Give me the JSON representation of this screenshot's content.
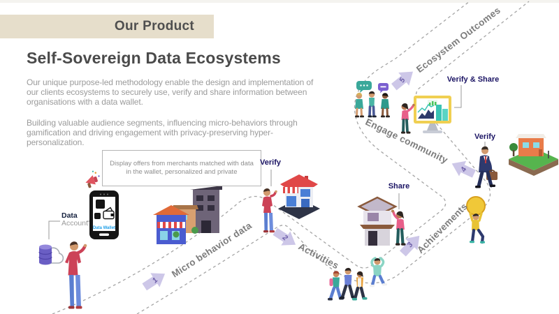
{
  "banner": {
    "label": "Our Product"
  },
  "title": "Self-Sovereign Data Ecosystems",
  "paragraphs": {
    "p1": "Our unique purpose-led methodology enable the design and implementation of our clients ecosystems to securely use, verify and share information between organisations with a data wallet.",
    "p2": "Building valuable audience segments, influencing micro-behaviors through gamification and driving engagement with privacy-preserving hyper-personalization."
  },
  "callout": {
    "text": "Display offers from merchants matched with data in the wallet, personalized and private"
  },
  "wallet": {
    "app_label": "Data Wallet",
    "account_label_top": "Data",
    "account_label_bottom": "Account"
  },
  "journey": {
    "steps": [
      {
        "num": "1",
        "label": "Micro behavior data"
      },
      {
        "num": "2",
        "label": "Activities"
      },
      {
        "num": "3",
        "label": "Achievements"
      },
      {
        "num": "4",
        "label": "Engage community"
      },
      {
        "num": "5",
        "label": "Ecosystem Outcomes"
      }
    ],
    "annotations": [
      {
        "label": "Verify"
      },
      {
        "label": "Share"
      },
      {
        "label": "Verify & Share"
      },
      {
        "label": "Verify"
      }
    ]
  },
  "colors": {
    "banner_bg": "#e6decb",
    "accent_navy": "#1b1464",
    "arrow_fill": "#cdc7e8",
    "arrow_number": "#6b5ca8",
    "road_dash": "#a5a5a5",
    "title_text": "#4a4a4a",
    "body_text": "#9b9b9b",
    "road_label_text": "#7d7d7d",
    "wallet_blue": "#1f9fe8"
  }
}
